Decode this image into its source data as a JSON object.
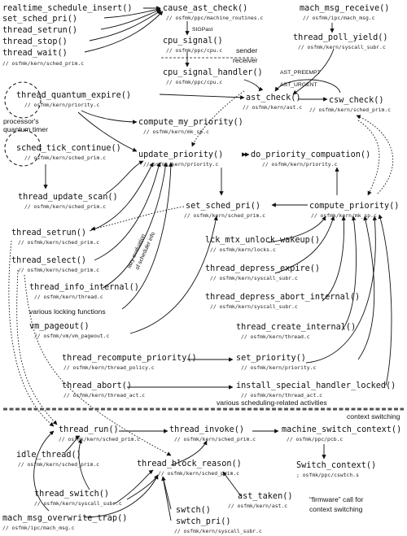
{
  "nodes": {
    "realtime_schedule_insert": {
      "label": "realtime_schedule_insert()"
    },
    "set_sched_pri_top": {
      "label": "set_sched_pri()"
    },
    "thread_setrun_top": {
      "label": "thread_setrun()"
    },
    "thread_stop": {
      "label": "thread_stop()"
    },
    "thread_wait": {
      "label": "thread_wait()",
      "path": "// osfmk/kern/sched_prim.c"
    },
    "cause_ast_check": {
      "label": "cause_ast_check()",
      "path": "// osfmk/ppc/machine_routines.c"
    },
    "cpu_signal": {
      "label": "cpu_signal()",
      "path": "// osfmk/ppc/cpu.c"
    },
    "cpu_signal_handler": {
      "label": "cpu_signal_handler()",
      "path": "// osfmk/ppc/cpu.c"
    },
    "mach_msg_receive": {
      "label": "mach_msg_receive()",
      "path": "// osfmk/ipc/mach_msg.c"
    },
    "thread_poll_yield": {
      "label": "thread_poll_yield()",
      "path": "// osfmk/kern/syscall_subr.c"
    },
    "thread_quantum_expire": {
      "label": "thread_quantum_expire()",
      "path": "// osfmk/kern/priority.c"
    },
    "ast_check": {
      "label": "ast_check()",
      "path": "// osfmk/kern/ast.c"
    },
    "csw_check": {
      "label": "csw_check()",
      "path": "// osfmk/kern/sched_prim.c"
    },
    "compute_my_priority": {
      "label": "compute_my_priority()",
      "path": "// osfmk/kern/mk_sp.c"
    },
    "sched_tick_continue": {
      "label": "sched_tick_continue()",
      "path": "// osfmk/kern/sched_prim.c"
    },
    "update_priority": {
      "label": "update_priority()",
      "path": "// osfmk/kern/priority.c"
    },
    "do_priority_compuation": {
      "label": "do_priority_compuation()",
      "path": "// osfmk/kern/priority.c"
    },
    "thread_update_scan": {
      "label": "thread_update_scan()",
      "path": "// osfmk/kern/sched_prim.c"
    },
    "set_sched_pri": {
      "label": "set_sched_pri()",
      "path": "// osfmk/kern/sched_prim.c"
    },
    "compute_priority": {
      "label": "compute_priority()",
      "path": "// osfmk/kern/mk_sp.c"
    },
    "thread_setrun": {
      "label": "thread_setrun()",
      "path": "// osfmk/kern/sched_prim.c"
    },
    "lck_mtx_unlock_wakeup": {
      "label": "lck_mtx_unlock_wakeup()",
      "path": "// osfmk/kern/locks.c"
    },
    "thread_select": {
      "label": "thread_select()",
      "path": "// osfmk/kern/sched_prim.c"
    },
    "thread_depress_expire": {
      "label": "thread_depress_expire()",
      "path": "// osfmk/kern/syscall_subr.c"
    },
    "thread_info_internal": {
      "label": "thread_info_internal()",
      "path": "// osfmk/kern/thread.c"
    },
    "thread_depress_abort_internal": {
      "label": "thread_depress_abort_internal()",
      "path": "// osfmk/kern/syscall_subr.c"
    },
    "vm_pageout": {
      "label": "vm_pageout()",
      "path": "// osfmk/vm/vm_pageout.c"
    },
    "thread_create_internal": {
      "label": "thread_create_internal()",
      "path": "// osfmk/kern/thread.c"
    },
    "thread_recompute_priority": {
      "label": "thread_recompute_priority()",
      "path": "// osfmk/kern/thread_policy.c"
    },
    "set_priority": {
      "label": "set_priority()",
      "path": "// osfmk/kern/priority.c"
    },
    "thread_abort": {
      "label": "thread_abort()",
      "path": "// osfmk/kern/thread_act.c"
    },
    "install_special_handler_locked": {
      "label": "install_special_handler_locked()",
      "path": "// osfmk/kern/thread_act.c"
    },
    "thread_run": {
      "label": "thread_run()",
      "path": "// osfmk/kern/sched_prim.c"
    },
    "thread_invoke": {
      "label": "thread_invoke()",
      "path": "// osfmk/kern/sched_prim.c"
    },
    "machine_switch_context": {
      "label": "machine_switch_context()",
      "path": "// osfmk/ppc/pcb.c"
    },
    "idle_thread": {
      "label": "idle_thread()",
      "path": "// osfmk/kern/sched_prim.c"
    },
    "thread_block_reason": {
      "label": "thread_block_reason()",
      "path": "// osfmk/kern/sched_prim.c"
    },
    "switch_context": {
      "label": "Switch_context()",
      "path": "; osfmk/ppc/cswtch.s"
    },
    "thread_switch": {
      "label": "thread_switch()",
      "path": "// osfmk/kern/syscall_subr.c"
    },
    "ast_taken": {
      "label": "ast_taken()",
      "path": "// osfmk/kern/ast.c"
    },
    "swtch": {
      "label": "swtch()"
    },
    "swtch_pri": {
      "label": "swtch_pri()",
      "path": "// osfmk/kern/syscall_subr.c"
    },
    "mach_msg_overwrite_trap": {
      "label": "mach_msg_overwrite_trap()",
      "path": "// osfmk/ipc/mach_msg.c"
    }
  },
  "notes": {
    "sigpast": "SIGPast",
    "sender": "sender",
    "receiver": "receiver",
    "ast_preempt": "AST_PREEMPT",
    "ast_urgent": "AST_URGENT",
    "quantum_timer_1": "processor's",
    "quantum_timer_2": "quantum timer",
    "lazy_1": "lazy evaluation",
    "lazy_2": "of scheduler info",
    "locking": "various locking functions",
    "various_activities": "various scheduling-related activities",
    "context_switching": "context switching",
    "firmware_1": "“firmware” call for",
    "firmware_2": "context switching"
  }
}
